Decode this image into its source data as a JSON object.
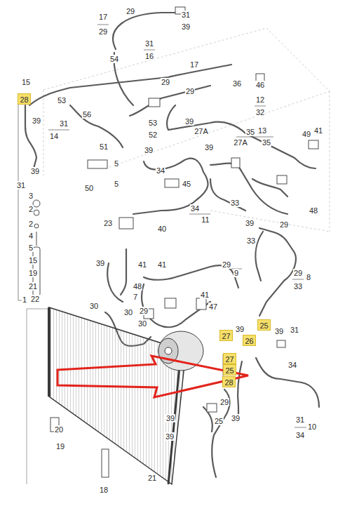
{
  "diagram": {
    "nodes": [
      {
        "text": [
          "28"
        ]
      },
      {
        "text": [
          "25"
        ]
      },
      {
        "text": [
          "27"
        ]
      },
      {
        "text": [
          "26"
        ]
      },
      {
        "text": [
          "27"
        ]
      },
      {
        "text": [
          "25"
        ]
      },
      {
        "text": [
          "28"
        ]
      }
    ],
    "labels": [
      "17",
      "29",
      "29",
      "31",
      "39",
      "31",
      "16",
      "54",
      "15",
      "53",
      "56",
      "39",
      "31",
      "14",
      "17",
      "29",
      "29",
      "36",
      "46",
      "12",
      "32",
      "53",
      "52",
      "39",
      "27A",
      "35",
      "13",
      "27A",
      "35",
      "49",
      "41",
      "51",
      "39",
      "39",
      "5",
      "39",
      "34",
      "45",
      "5",
      "50",
      "31",
      "3",
      "2",
      "2",
      "4",
      "5",
      "15",
      "19",
      "21",
      "22",
      "1",
      "33",
      "34",
      "11",
      "39",
      "29",
      "33",
      "48",
      "23",
      "40",
      "39",
      "41",
      "41",
      "48",
      "29",
      "9",
      "29",
      "8",
      "33",
      "41",
      "47",
      "30",
      "7",
      "30",
      "29",
      "30",
      "39",
      "39",
      "31",
      "34",
      "29",
      "39",
      "25",
      "39",
      "39",
      "31",
      "10",
      "34",
      "20",
      "19",
      "18",
      "21"
    ]
  }
}
